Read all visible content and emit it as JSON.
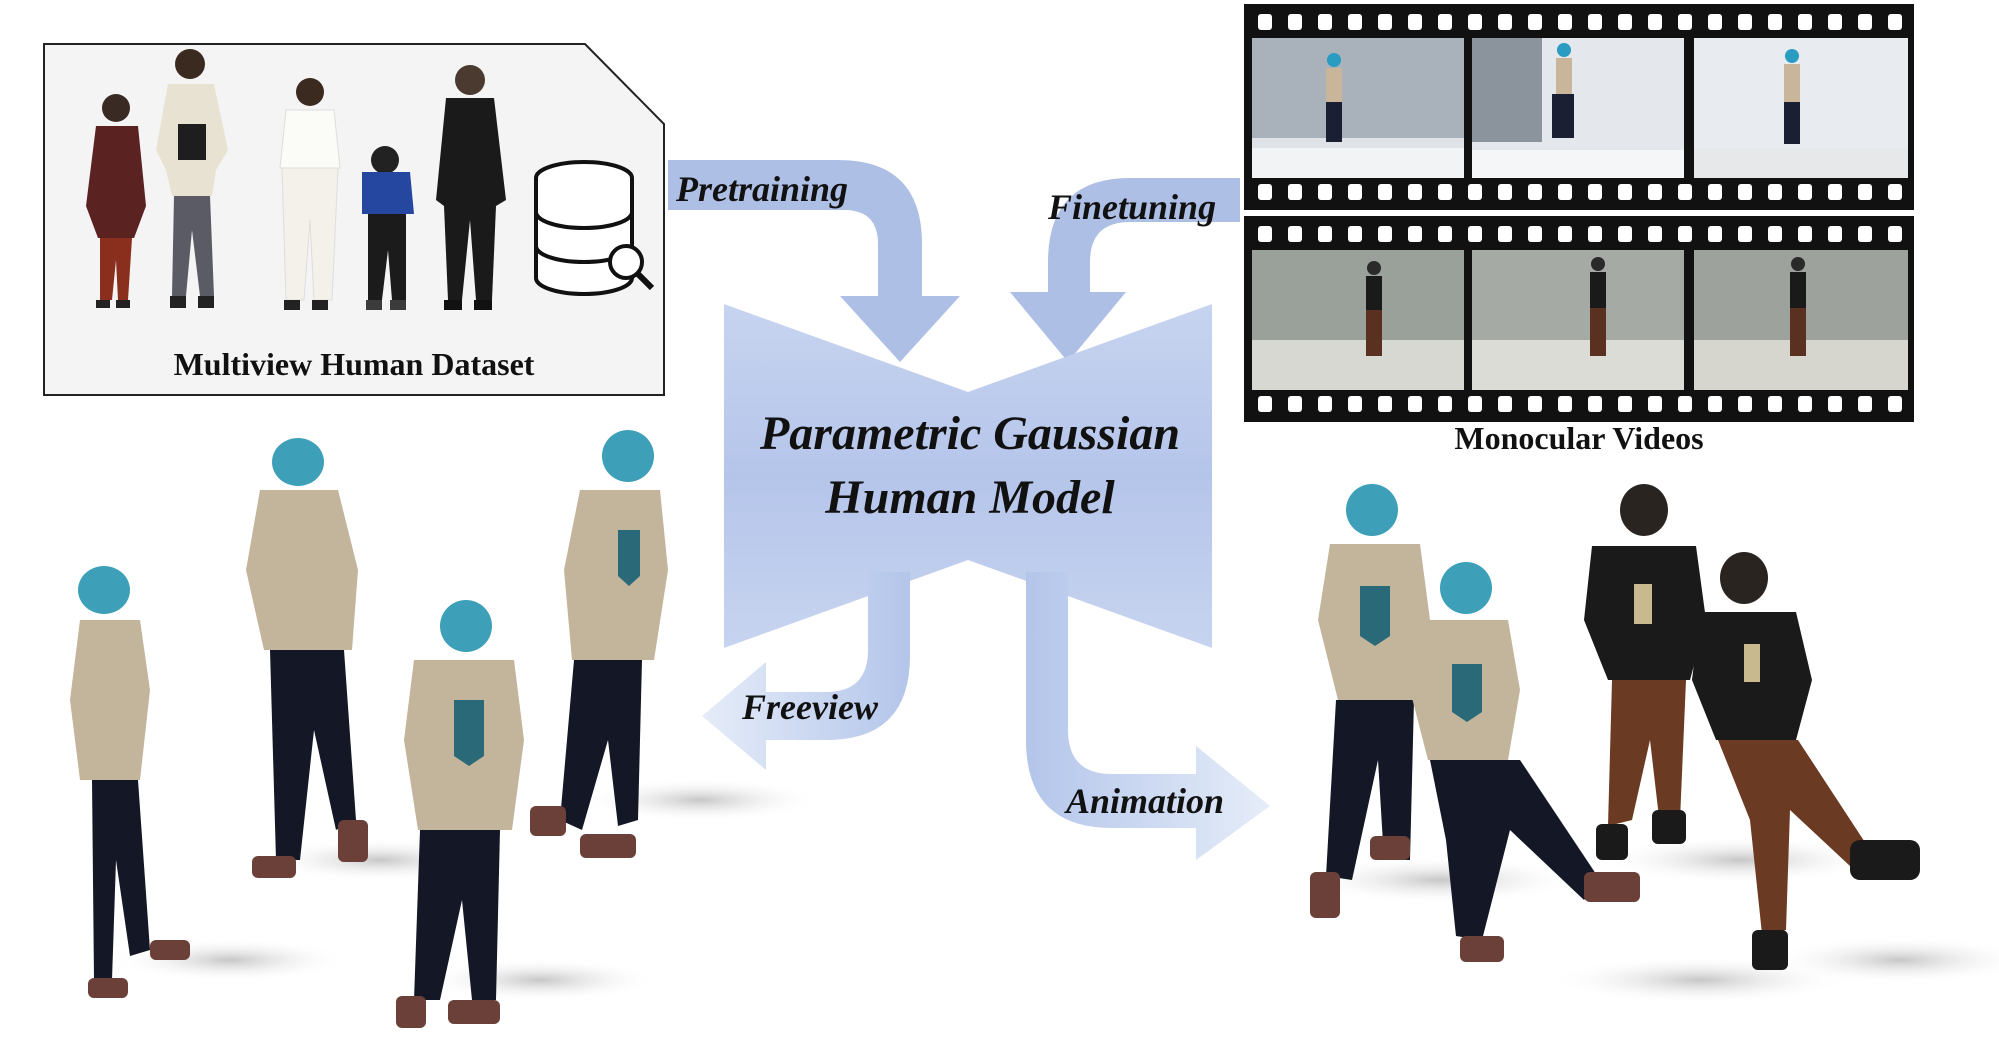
{
  "labels": {
    "pretraining": "Pretraining",
    "finetuning": "Finetuning",
    "freeview": "Freeview",
    "animation": "Animation"
  },
  "model": {
    "line1": "Parametric Gaussian",
    "line2": "Human Model"
  },
  "dataset": {
    "caption": "Multiview Human Dataset",
    "icon": "database-search-icon"
  },
  "videos": {
    "caption": "Monocular Videos"
  },
  "colors": {
    "arrow_blue": "#a9bde6",
    "model_blue": "#b7c7ea",
    "card_bg": "#f4f4f4",
    "film": "#111111"
  }
}
